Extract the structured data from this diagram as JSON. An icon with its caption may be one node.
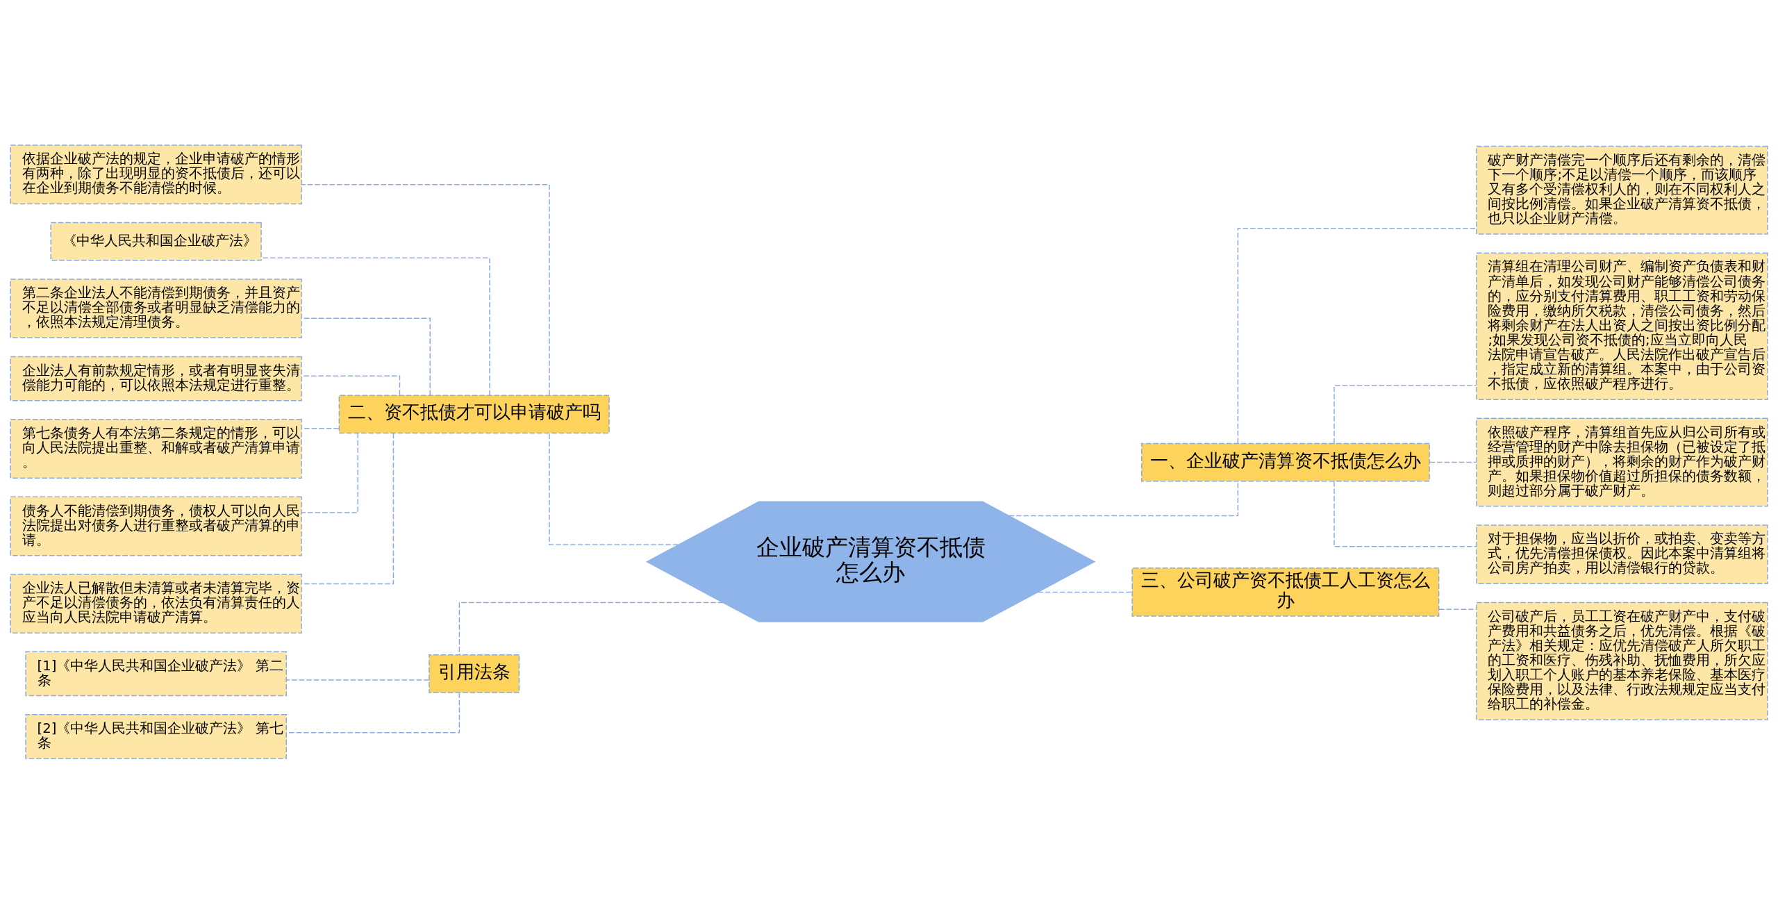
{
  "diagram": {
    "nodes": [
      {
        "text": [
          "企业破产清算资不抵债怎么办"
        ]
      },
      {
        "text": [
          "一、企业破产清算资不抵债怎么办"
        ]
      },
      {
        "text": [
          "破产财产清偿完一个顺序后还有剩余的，清偿下一个顺序;不足以清偿一个顺序，而该顺序又有多个受清偿权利人的，则在不同权利人之间按比例清偿。如果企业破产清算资不抵债，也只以企业财产清偿。"
        ]
      },
      {
        "text": [
          "清算组在清理公司财产、编制资产负债表和财产清单后，如发现公司财产能够清偿公司债务的，应分别支付清算费用、职工工资和劳动保险费用，缴纳所欠税款，清偿公司债务，然后将剩余财产在法人出资人之间按出资比例分配;如果发现公司资不抵债的;应当立即向人民法院申请宣告破产。人民法院作出破产宣告后，指定成立新的清算组。本案中，由于公司资不抵债，应依照破产程序进行。"
        ]
      },
      {
        "text": [
          "依照破产程序，清算组首先应从归公司所有或经营管理的财产中除去担保物（已被设定了抵押或质押的财产），将剩余的财产作为破产财产。如果担保物价值超过所担保的债务数额，则超过部分属于破产财产。"
        ]
      },
      {
        "text": [
          "对于担保物，应当以折价，或拍卖、变卖等方式，优先清偿担保债权。因此本案中清算组将公司房产拍卖，用以清偿银行的贷款。"
        ]
      },
      {
        "text": [
          "二、资不抵债才可以申请破产吗"
        ]
      },
      {
        "text": [
          "依据企业破产法的规定，企业申请破产的情形有两种，除了出现明显的资不抵债后，还可以在企业到期债务不能清偿的时候。"
        ]
      },
      {
        "text": [
          "《中华人民共和国企业破产法》"
        ]
      },
      {
        "text": [
          "第二条企业法人不能清偿到期债务，并且资产不足以清偿全部债务或者明显缺乏清偿能力的，依照本法规定清理债务。"
        ]
      },
      {
        "text": [
          "企业法人有前款规定情形，或者有明显丧失清偿能力可能的，可以依照本法规定进行重整。"
        ]
      },
      {
        "text": [
          "第七条债务人有本法第二条规定的情形，可以向人民法院提出重整、和解或者破产清算申请。"
        ]
      },
      {
        "text": [
          "债务人不能清偿到期债务，债权人可以向人民法院提出对债务人进行重整或者破产清算的申请。"
        ]
      },
      {
        "text": [
          "企业法人已解散但未清算或者未清算完毕，资产不足以清偿债务的，依法负有清算责任的人应当向人民法院申请破产清算。"
        ]
      },
      {
        "text": [
          "三、公司破产资不抵债工人工资怎么办"
        ]
      },
      {
        "text": [
          "公司破产后，员工工资在破产财产中，支付破产费用和共益债务之后，优先清偿。根据《破产法》相关规定：应优先清偿破产人所欠职工的工资和医疗、伤残补助、抚恤费用，所欠应划入职工个人账户的基本养老保险、基本医疗保险费用，以及法律、行政法规规定应当支付给职工的补偿金。"
        ]
      },
      {
        "text": [
          "引用法条"
        ]
      },
      {
        "text": [
          "[1]《中华人民共和国企业破产法》 第二条"
        ]
      },
      {
        "text": [
          "[2]《中华人民共和国企业破产法》 第七条"
        ]
      }
    ],
    "edges": [
      {
        "from": 0,
        "to": 1,
        "arrow": "none",
        "style": "dashed"
      },
      {
        "from": 1,
        "to": 2,
        "arrow": "none",
        "style": "dashed"
      },
      {
        "from": 1,
        "to": 3,
        "arrow": "none",
        "style": "dashed"
      },
      {
        "from": 1,
        "to": 4,
        "arrow": "none",
        "style": "dashed"
      },
      {
        "from": 1,
        "to": 5,
        "arrow": "none",
        "style": "dashed"
      },
      {
        "from": 0,
        "to": 6,
        "arrow": "none",
        "style": "dashed"
      },
      {
        "from": 6,
        "to": 7,
        "arrow": "none",
        "style": "dashed"
      },
      {
        "from": 6,
        "to": 8,
        "arrow": "none",
        "style": "dashed"
      },
      {
        "from": 6,
        "to": 9,
        "arrow": "none",
        "style": "dashed"
      },
      {
        "from": 6,
        "to": 10,
        "arrow": "none",
        "style": "dashed"
      },
      {
        "from": 6,
        "to": 11,
        "arrow": "none",
        "style": "dashed"
      },
      {
        "from": 6,
        "to": 12,
        "arrow": "none",
        "style": "dashed"
      },
      {
        "from": 6,
        "to": 13,
        "arrow": "none",
        "style": "dashed"
      },
      {
        "from": 0,
        "to": 14,
        "arrow": "none",
        "style": "dashed"
      },
      {
        "from": 14,
        "to": 15,
        "arrow": "none",
        "style": "dashed"
      },
      {
        "from": 0,
        "to": 16,
        "arrow": "none",
        "style": "dashed"
      },
      {
        "from": 16,
        "to": 17,
        "arrow": "none",
        "style": "dashed"
      },
      {
        "from": 16,
        "to": 18,
        "arrow": "none",
        "style": "dashed"
      }
    ]
  }
}
